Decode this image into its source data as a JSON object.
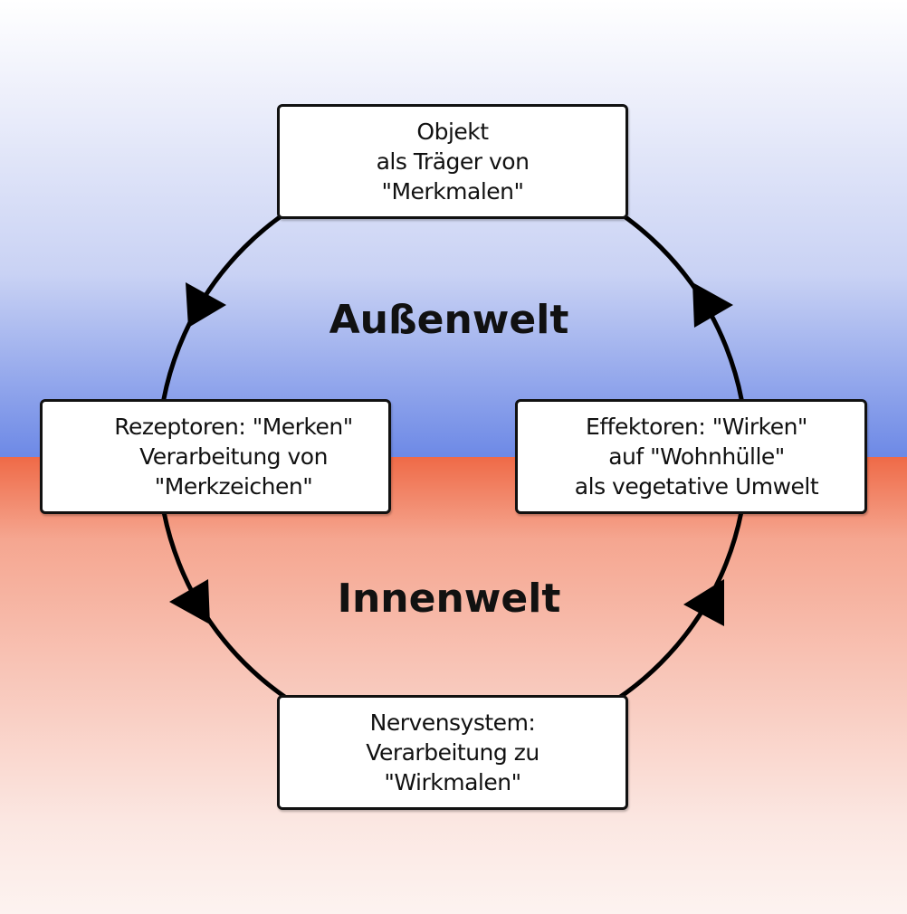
{
  "diagram": {
    "regions": {
      "outer": {
        "label": "Außenwelt",
        "color_top": "#ffffff",
        "color_bottom": "#6d89e6"
      },
      "inner": {
        "label": "Innenwelt",
        "color_top": "#ef6a47",
        "color_bottom": "#fdf3f0"
      }
    },
    "nodes": {
      "object": {
        "lines": [
          "Objekt",
          "als Träger von",
          "\"Merkmalen\""
        ]
      },
      "receptors": {
        "lines": [
          "Rezeptoren: \"Merken\"",
          "Verarbeitung von",
          "\"Merkzeichen\""
        ]
      },
      "effectors": {
        "lines": [
          "Effektoren: \"Wirken\"",
          "auf \"Wohnhülle\"",
          "als vegetative Umwelt"
        ]
      },
      "nervous_system": {
        "lines": [
          "Nervensystem:",
          "Verarbeitung zu",
          "\"Wirkmalen\""
        ]
      }
    },
    "flow": [
      "object",
      "receptors",
      "nervous_system",
      "effectors",
      "object"
    ],
    "arrow_icon": "triangle-arrowhead-icon"
  }
}
